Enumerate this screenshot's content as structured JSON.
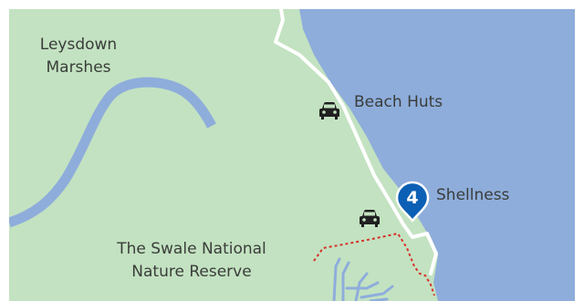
{
  "map": {
    "labels": {
      "leysdown_line1": "Leysdown",
      "leysdown_line2": "Marshes",
      "beach_huts": "Beach Huts",
      "shellness": "Shellness",
      "swale_line1": "The Swale National",
      "swale_line2": "Nature Reserve"
    },
    "marker": {
      "number": "4",
      "color": "#0b5fb4"
    },
    "icons": [
      "car-parking-icon",
      "car-parking-icon",
      "map-pin-icon"
    ],
    "colors": {
      "land": "#c3e2c1",
      "water": "#8eaddb",
      "river": "#8eaddb",
      "road": "#ffffff",
      "footpath": "#d7312a",
      "text": "#3a3d3a"
    }
  }
}
